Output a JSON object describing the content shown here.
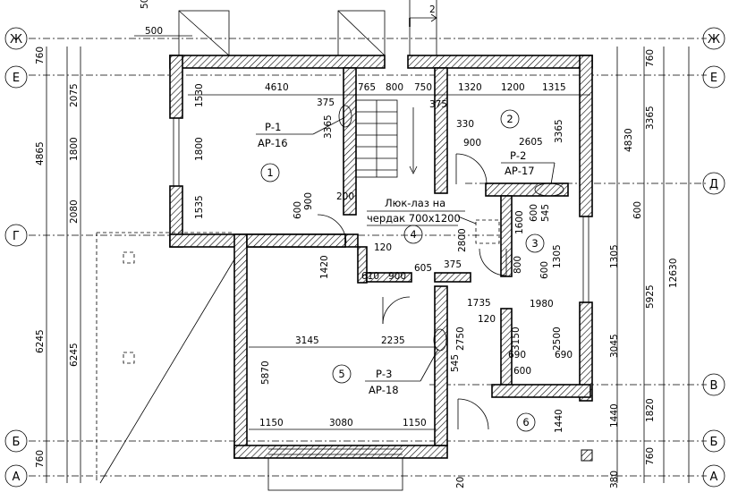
{
  "axes": {
    "left": [
      {
        "id": "ax-zh-left",
        "label": "Ж"
      },
      {
        "id": "ax-e-left",
        "label": "Е"
      },
      {
        "id": "ax-g-left",
        "label": "Г"
      },
      {
        "id": "ax-b-left",
        "label": "Б"
      },
      {
        "id": "ax-a-left",
        "label": "А"
      }
    ],
    "right": [
      {
        "id": "ax-zh-right",
        "label": "Ж"
      },
      {
        "id": "ax-e-right",
        "label": "Е"
      },
      {
        "id": "ax-d-right",
        "label": "Д"
      },
      {
        "id": "ax-v-right",
        "label": "В"
      },
      {
        "id": "ax-b-right",
        "label": "Б"
      },
      {
        "id": "ax-a-right",
        "label": "А"
      }
    ]
  },
  "rooms": [
    {
      "num": "1"
    },
    {
      "num": "2"
    },
    {
      "num": "3"
    },
    {
      "num": "4"
    },
    {
      "num": "5"
    },
    {
      "num": "6"
    }
  ],
  "tags": [
    {
      "name": "Р-1",
      "ref": "АР-16"
    },
    {
      "name": "Р-2",
      "ref": "АР-17"
    },
    {
      "name": "Р-3",
      "ref": "АР-18"
    }
  ],
  "hatch_note": {
    "line1": "Люк-лаз на",
    "line2": "чердак 700х1200"
  },
  "section_mark": "2",
  "dims": {
    "top": [
      "4610",
      "375",
      "765",
      "800",
      "750",
      "1320",
      "1200",
      "1315"
    ],
    "top_misc": [
      "500",
      "50"
    ],
    "left_outer": [
      "760",
      "4865",
      "6245",
      "760"
    ],
    "left_inner": [
      "2075",
      "1800",
      "2080",
      "6245"
    ],
    "left_room1": [
      "1530",
      "1800",
      "1535"
    ],
    "right_outer": [
      "760",
      "4830",
      "12630",
      "760"
    ],
    "right_inner": [
      "3365",
      "5925",
      "1820"
    ],
    "right_mid": [
      "600",
      "1305",
      "3045",
      "1440"
    ],
    "inner": [
      "3365",
      "375",
      "330",
      "900",
      "2605",
      "3365",
      "200",
      "900",
      "600",
      "600",
      "1600",
      "545",
      "120",
      "2800",
      "1420",
      "610",
      "900",
      "605",
      "375",
      "800",
      "600",
      "1305",
      "1735",
      "1980",
      "120",
      "3150",
      "2500",
      "2750",
      "3145",
      "2235",
      "5870",
      "545",
      "690",
      "690",
      "600",
      "1150",
      "3080",
      "1150",
      "1440",
      "380",
      "20"
    ]
  }
}
